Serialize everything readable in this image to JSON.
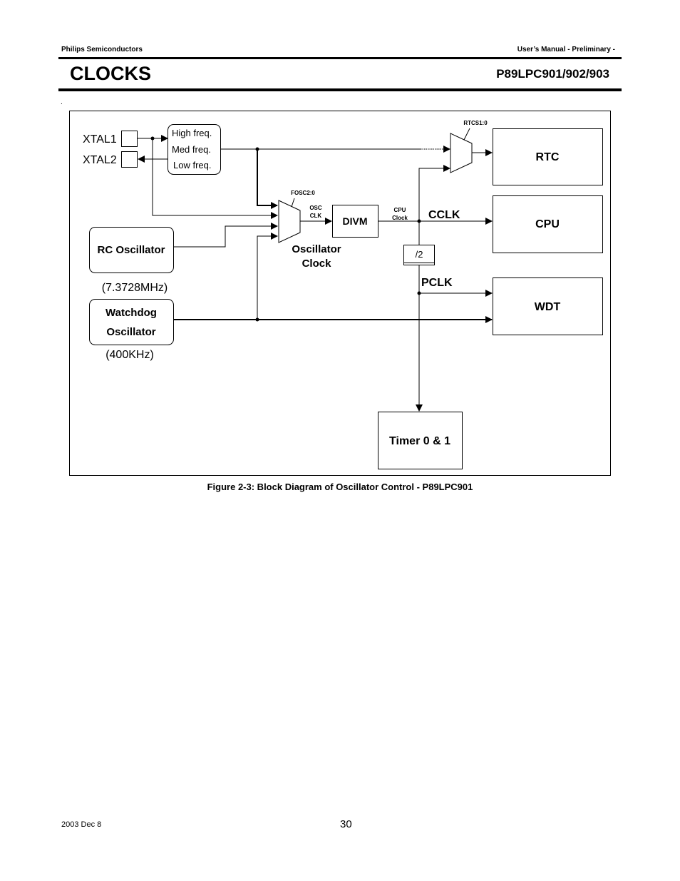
{
  "header": {
    "company": "Philips Semiconductors",
    "doc_type": "User’s Manual - Preliminary -",
    "section_title": "CLOCKS",
    "part_number": "P89LPC901/902/903"
  },
  "stray_mark": ".",
  "diagram": {
    "xtal1": "XTAL1",
    "xtal2": "XTAL2",
    "osc_freq": [
      "High freq.",
      "Med freq.",
      "Low freq."
    ],
    "rc_oscillator": "RC Oscillator",
    "rc_freq": "(7.3728MHz)",
    "watchdog_line1": "Watchdog",
    "watchdog_line2": "Oscillator",
    "watchdog_freq": "(400KHz)",
    "fosc": "FOSC2:0",
    "osc_clk_line1": "OSC",
    "osc_clk_line2": "CLK",
    "divm": "DIVM",
    "cpu_clock_line1": "CPU",
    "cpu_clock_line2": "Clock",
    "osc_clock_line1": "Oscillator",
    "osc_clock_line2": "Clock",
    "rtcs": "RTCS1:0",
    "rtc": "RTC",
    "cclk": "CCLK",
    "cpu": "CPU",
    "div2": "/2",
    "pclk": "PCLK",
    "wdt": "WDT",
    "timer": "Timer 0 & 1"
  },
  "caption": "Figure 2-3: Block Diagram of Oscillator Control - P89LPC901",
  "footer": {
    "date": "2003 Dec 8",
    "page": "30"
  }
}
